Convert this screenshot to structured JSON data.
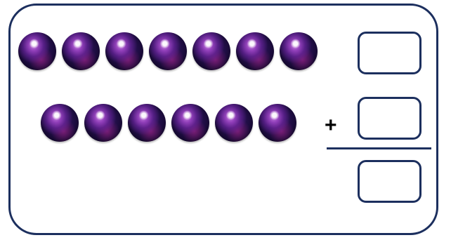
{
  "operator": {
    "symbol": "+"
  },
  "rows": [
    {
      "name": "row-1",
      "count": 7
    },
    {
      "name": "row-2",
      "count": 6
    }
  ],
  "answer_boxes": [
    {
      "name": "answer-box-first-addend",
      "value": ""
    },
    {
      "name": "answer-box-second-addend",
      "value": ""
    },
    {
      "name": "answer-box-sum",
      "value": ""
    }
  ],
  "colors": {
    "border": "#1c2f5e",
    "ball": "#2a1255",
    "ball_highlight": "#b060d8",
    "background": "#ffffff"
  }
}
